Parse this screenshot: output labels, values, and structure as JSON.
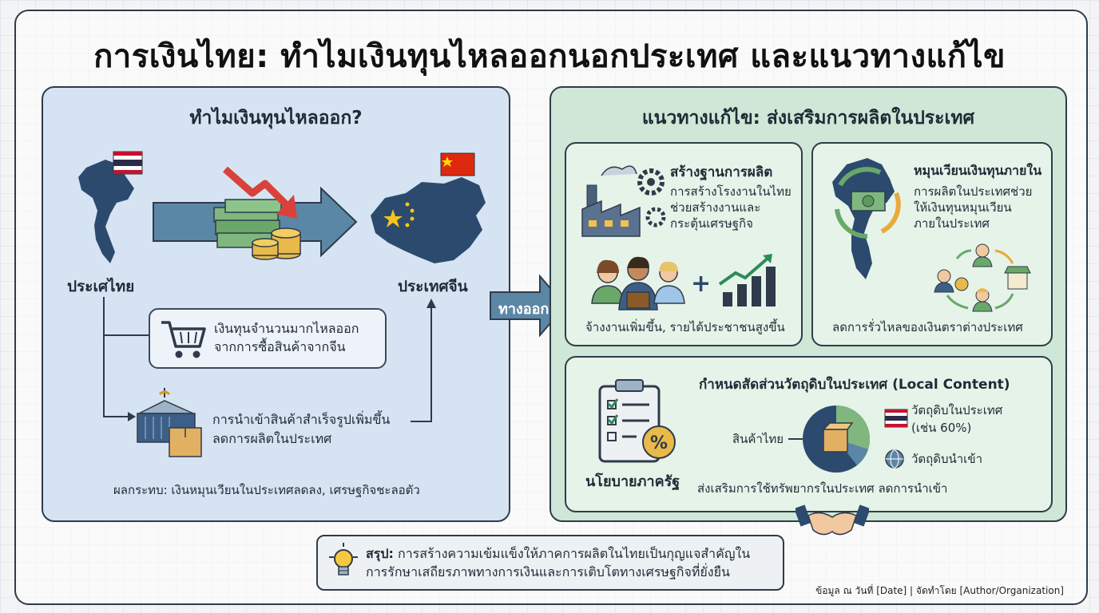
{
  "title": "การเงินไทย: ทำไมเงินทุนไหลออกนอกประเทศ และแนวทางแก้ไข",
  "left_panel": {
    "title": "ทำไมเงินทุนไหลออก?",
    "thailand_label": "ประเศไทย",
    "china_label": "ประเทศจีน",
    "box1_line1": "เงินทุนจำนวนมากไหลออก",
    "box1_line2": "จากการซื้อสินค้าจากจีน",
    "box2_line1": "การนำเข้าสินค้าสำเร็จรูปเพิ่มขึ้น",
    "box2_line2": "ลดการผลิตในประเทศ",
    "impact": "ผลกระทบ: เงินหมุนเวียนในประเทศลดลง, เศรษฐกิจชะลอตัว"
  },
  "exit_label": "ทางออก",
  "right_panel": {
    "title": "แนวทางแก้ไข: ส่งเสริมการผลิตในประเทศ",
    "card1": {
      "title": "สร้างฐานการผลิต",
      "line1": "การสร้างโรงงานในไทย",
      "line2": "ช่วยสร้างงานและ",
      "line3": "กระตุ้นเศรษฐกิจ",
      "caption": "จ้างงานเพิ่มขึ้น, รายได้ประชาชนสูงขึ้น"
    },
    "card2": {
      "title": "หมุนเวียนเงินทุนภายใน",
      "line1": "การผลิตในประเทศช่วย",
      "line2": "ให้เงินทุนหมุนเวียน",
      "line3": "ภายในประเทศ",
      "caption": "ลดการรั่วไหลของเงินตราต่างประเทศ"
    },
    "card3": {
      "title": "กำหนดสัดส่วนวัตถุดิบในประเทศ (Local Content)",
      "policy_label": "นโยบายภาครัฐ",
      "product_label": "สินค้าไทย",
      "domestic_label_1": "วัตถุดิบในประเทศ",
      "domestic_label_2": "(เช่น 60%)",
      "imported_label": "วัตถุดิบนำเข้า",
      "caption": "ส่งเสริมการใช้ทรัพยากรในประเทศ ลดการนำเข้า"
    }
  },
  "summary": {
    "label": "สรุป:",
    "line1": " การสร้างความเข้มแข็งให้ภาคการผลิตในไทยเป็นกุญแจสำคัญใน",
    "line2": "การรักษาเสถียรภาพทางการเงินและการเติบโตทางเศรษฐกิจที่ยั่งยืน"
  },
  "footer": "ข้อมูล ณ วันที่ [Date] | จัดทำโดย [Author/Organization]",
  "colors": {
    "left_bg": "#d6e3f2",
    "right_bg": "#cfe7d6",
    "arrow": "#5b87a6",
    "map": "#2c4a6e",
    "red_arrow": "#d9413b",
    "green_trend": "#2e8b57"
  }
}
